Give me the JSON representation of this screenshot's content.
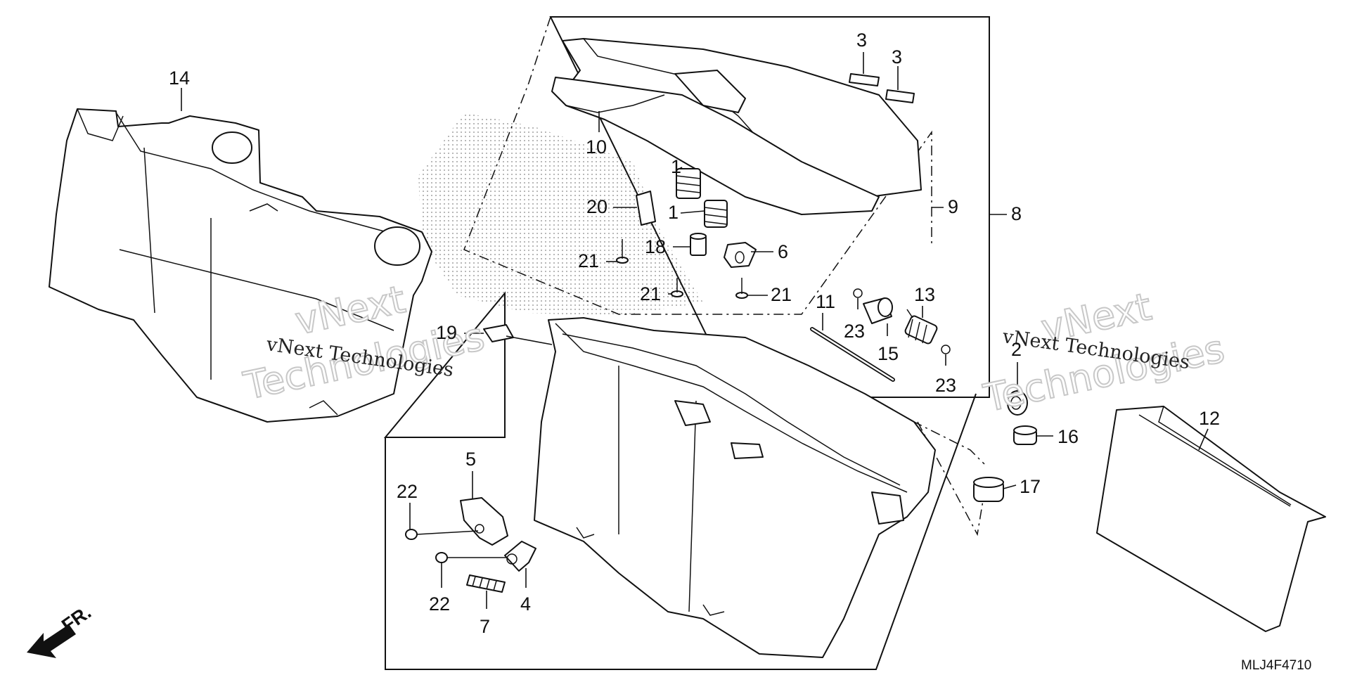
{
  "callouts": [
    {
      "id": "3a",
      "label": "3"
    },
    {
      "id": "3b",
      "label": "3"
    },
    {
      "id": "14",
      "label": "14"
    },
    {
      "id": "10",
      "label": "10"
    },
    {
      "id": "1a",
      "label": "1"
    },
    {
      "id": "1b",
      "label": "1"
    },
    {
      "id": "20",
      "label": "20"
    },
    {
      "id": "9",
      "label": "9"
    },
    {
      "id": "8",
      "label": "8"
    },
    {
      "id": "18",
      "label": "18"
    },
    {
      "id": "6",
      "label": "6"
    },
    {
      "id": "21a",
      "label": "21"
    },
    {
      "id": "21b",
      "label": "21"
    },
    {
      "id": "21c",
      "label": "21"
    },
    {
      "id": "11",
      "label": "11"
    },
    {
      "id": "13",
      "label": "13"
    },
    {
      "id": "23a",
      "label": "23"
    },
    {
      "id": "15",
      "label": "15"
    },
    {
      "id": "23b",
      "label": "23"
    },
    {
      "id": "19",
      "label": "19"
    },
    {
      "id": "2",
      "label": "2"
    },
    {
      "id": "16",
      "label": "16"
    },
    {
      "id": "12",
      "label": "12"
    },
    {
      "id": "17",
      "label": "17"
    },
    {
      "id": "5",
      "label": "5"
    },
    {
      "id": "22a",
      "label": "22"
    },
    {
      "id": "22b",
      "label": "22"
    },
    {
      "id": "4",
      "label": "4"
    },
    {
      "id": "7",
      "label": "7"
    }
  ],
  "watermark": {
    "brand_line1": "vNext",
    "brand_line2": "Technologies",
    "caption": "vNext Technologies"
  },
  "direction_label": "FR.",
  "diagram_code": "MLJ4F4710",
  "colors": {
    "line": "#111111",
    "background": "#ffffff",
    "watermark": "#c8c8c8"
  }
}
